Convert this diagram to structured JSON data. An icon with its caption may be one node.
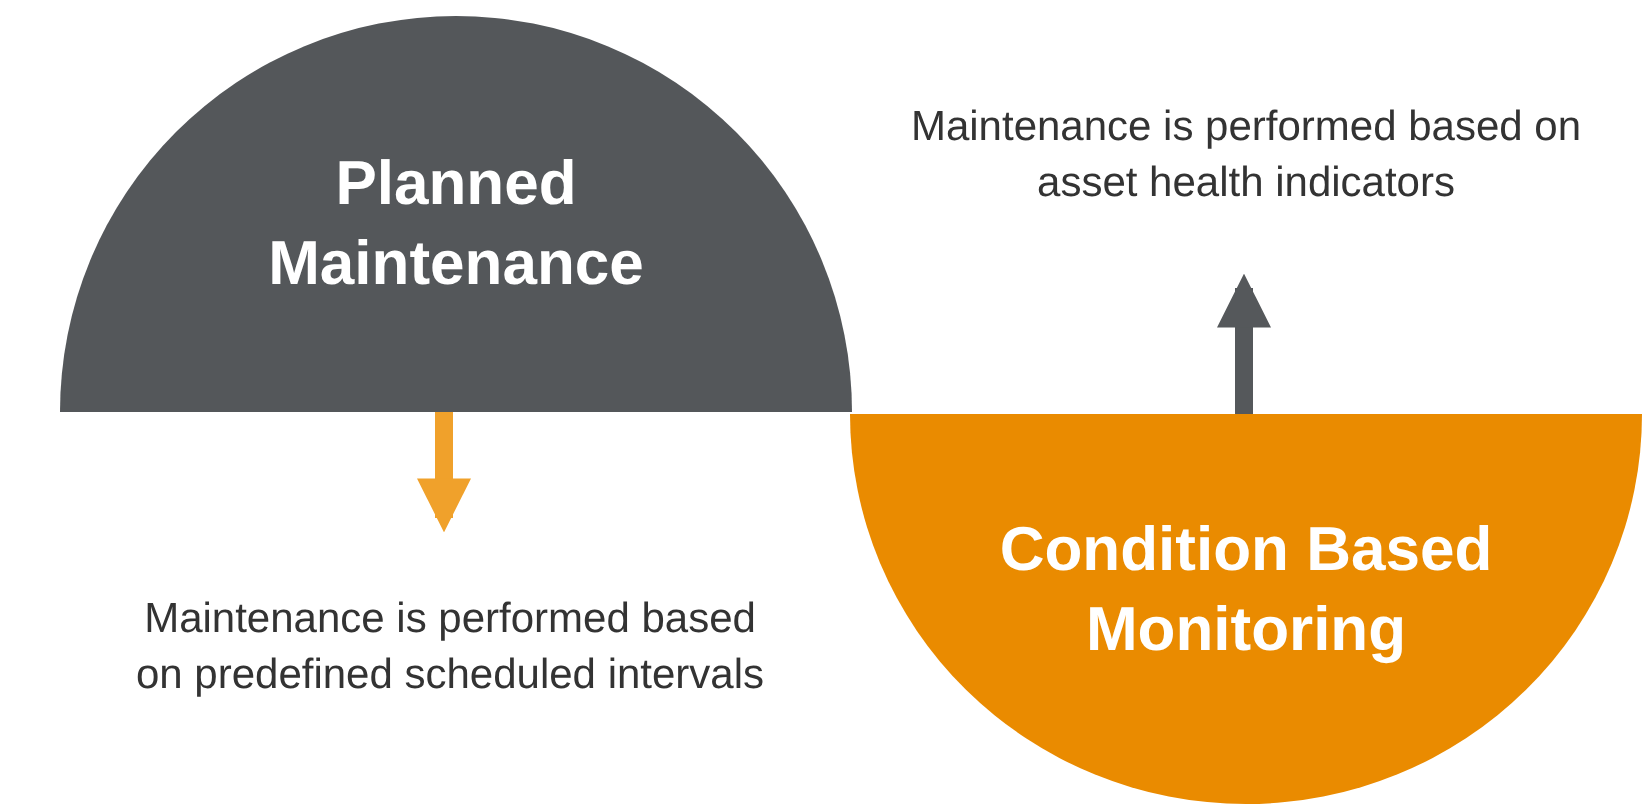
{
  "diagram": {
    "nodes": [
      {
        "text": [
          "Planned Maintenance"
        ]
      },
      {
        "text": [
          "Maintenance is performed based on predefined scheduled intervals"
        ]
      },
      {
        "text": [
          "Condition Based Monitoring"
        ]
      },
      {
        "text": [
          "Maintenance is performed based on asset health indicators"
        ]
      }
    ],
    "edges": [
      {
        "from": 0,
        "to": 1,
        "arrow": "to",
        "color": "#f0a12b"
      },
      {
        "from": 2,
        "to": 3,
        "arrow": "to",
        "color": "#55585b"
      }
    ]
  }
}
